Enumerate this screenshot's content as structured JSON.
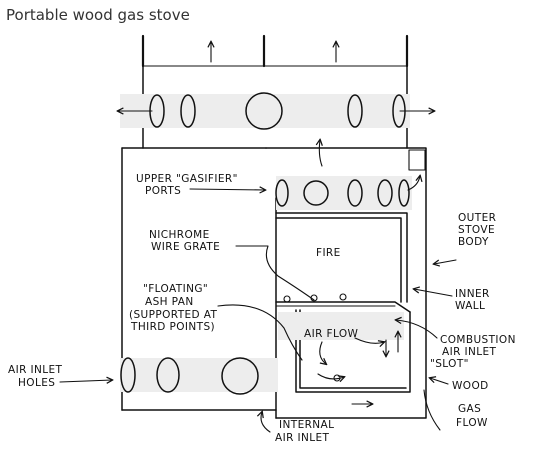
{
  "title": "Portable wood gas stove",
  "colors": {
    "ink": "#111111",
    "background": "#ffffff",
    "band": "#ededed"
  },
  "labels": {
    "upper_ports_1": "UPPER \"GASIFIER\"",
    "upper_ports_2": "PORTS",
    "nichrome_1": "NICHROME",
    "nichrome_2": "WIRE GRATE",
    "fire": "FIRE",
    "outer_1": "OUTER",
    "outer_2": "STOVE",
    "outer_3": "BODY",
    "floating_1": "\"FLOATING\"",
    "floating_2": "ASH PAN",
    "floating_3": "(SUPPORTED AT",
    "floating_4": "THIRD POINTS)",
    "inner_1": "INNER",
    "inner_2": "WALL",
    "airflow": "AIR FLOW",
    "combustion_1": "COMBUSTION",
    "combustion_2": "AIR INLET",
    "combustion_3": "\"SLOT\"",
    "air_inlet_1": "AIR INLET",
    "air_inlet_2": "HOLES",
    "woodgas_1": "WOOD",
    "woodgas_2": "GAS",
    "woodgas_3": "FLOW",
    "internal_1": "INTERNAL",
    "internal_2": "AIR INLET"
  }
}
